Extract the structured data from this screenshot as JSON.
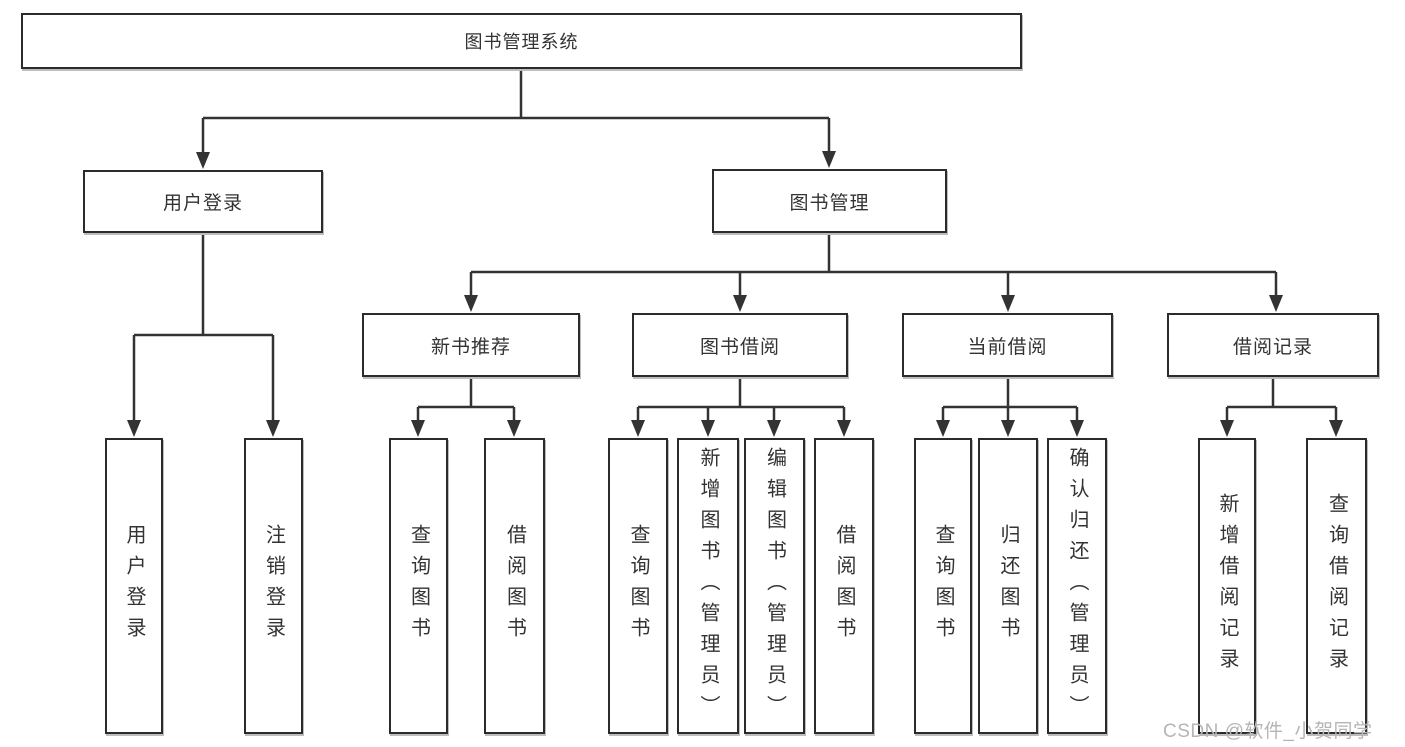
{
  "diagram": {
    "title": "图书管理系统",
    "nodes": {
      "root": "图书管理系统",
      "user_login": "用户登录",
      "book_mgmt": "图书管理",
      "new_books": "新书推荐",
      "book_borrow": "图书借阅",
      "current_borrow": "当前借阅",
      "borrow_records": "借阅记录",
      "leaves": [
        "用户登录",
        "注销登录",
        "查询图书",
        "借阅图书",
        "查询图书",
        "新增图书（管理员）",
        "编辑图书（管理员）",
        "借阅图书",
        "查询图书",
        "归还图书",
        "确认归还（管理员）",
        "新增借阅记录",
        "查询借阅记录"
      ]
    },
    "colors": {
      "line": "#333333",
      "box_border": "#2b2b2b",
      "box_fill": "#ffffff",
      "text": "#333333",
      "watermark": "#b5b5b5",
      "background": "#ffffff"
    }
  },
  "watermark": {
    "text": "CSDN @软件_小贺同学"
  }
}
